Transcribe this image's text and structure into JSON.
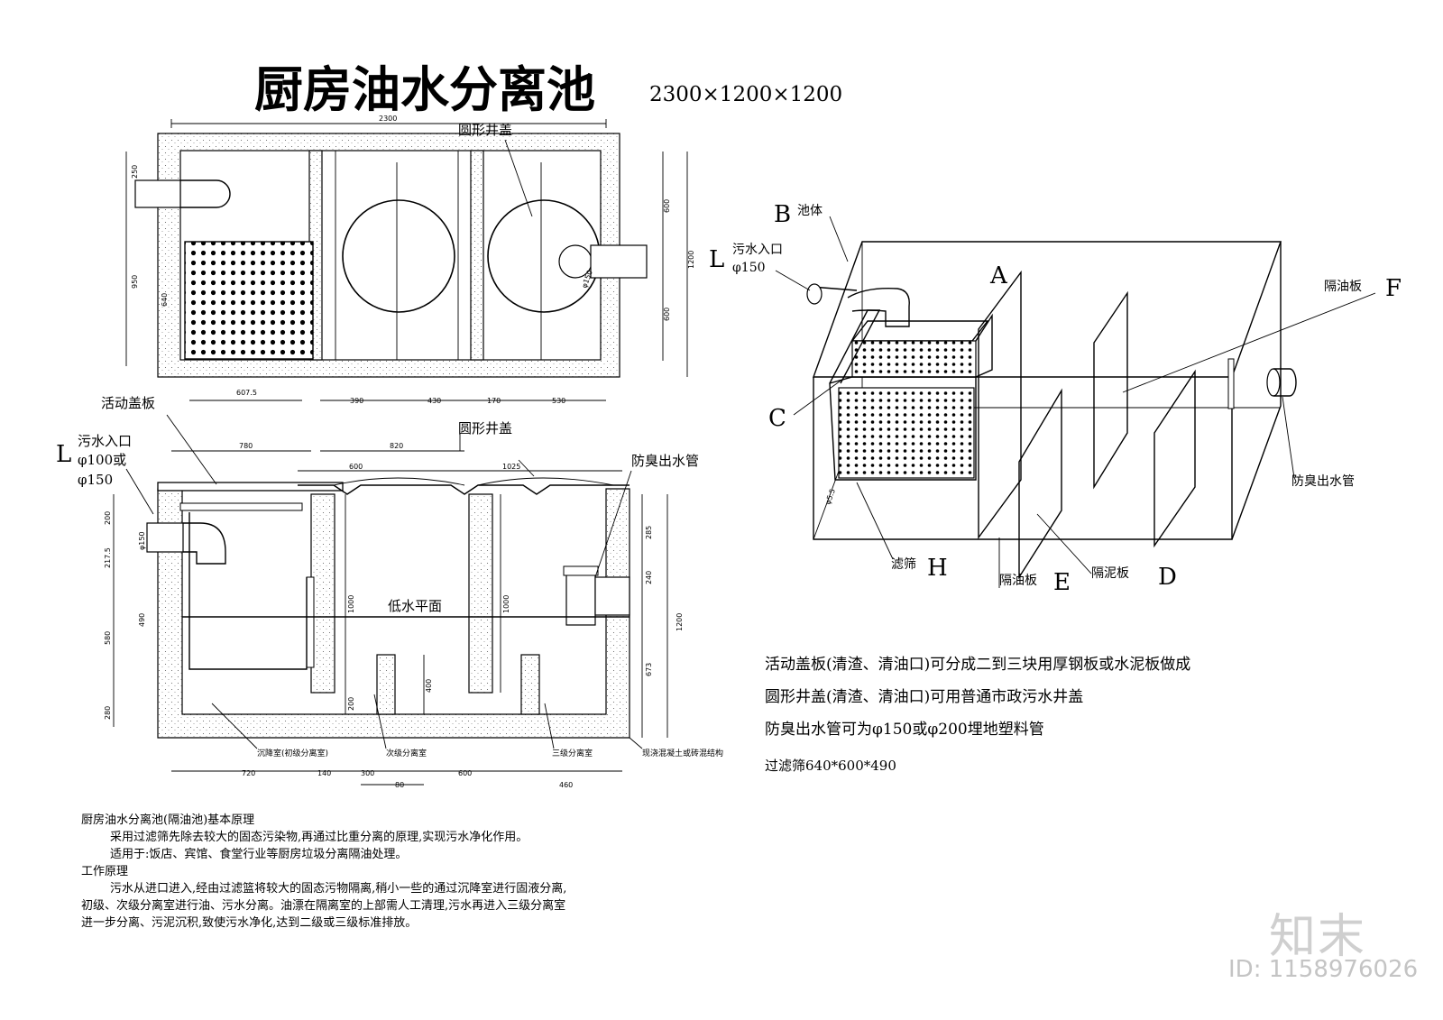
{
  "title": "厨房油水分离池",
  "title_size": "2300×1200×1200",
  "plan": {
    "dims": [
      "2300",
      "250",
      "950",
      "600",
      "600",
      "1200",
      "640",
      "607.5",
      "390",
      "430",
      "170",
      "530",
      "φ150"
    ],
    "manhole_label": "圆形井盖"
  },
  "section": {
    "lid_label": "活动盖板",
    "inlet_label_l": "L",
    "inlet_label_1": "污水入口",
    "inlet_label_2": "φ100或",
    "inlet_label_3": "φ150",
    "manhole_label": "圆形井盖",
    "outlet_label": "防臭出水管",
    "water_label": "低水平面",
    "top_dims": [
      "780",
      "820",
      "600",
      "1025"
    ],
    "left_dims": [
      "200",
      "φ150",
      "217.5",
      "490",
      "580",
      "280"
    ],
    "right_dims": [
      "285",
      "240",
      "673",
      "1200"
    ],
    "inner_dims": [
      "1000",
      "1000",
      "400",
      "200"
    ],
    "bottom_dims": [
      "720",
      "140",
      "300",
      "600",
      "80",
      "460"
    ],
    "chambers": [
      "沉降室(初级分离室)",
      "次级分离室",
      "三级分离室"
    ],
    "structure_label": "现浇混凝土或砖混结构"
  },
  "iso": {
    "B": "B",
    "B_text": "池体",
    "L": "L",
    "L_text1": "污水入口",
    "L_text2": "φ150",
    "A": "A",
    "F": "F",
    "F_text": "隔油板",
    "C": "C",
    "outlet_text": "防臭出水管",
    "H": "H",
    "H_text": "滤筛",
    "E": "E",
    "E_text": "隔油板",
    "D": "D",
    "D_text": "隔泥板",
    "phi_small": "φ5.5"
  },
  "specs": [
    "活动盖板(清渣、清油口)可分成二到三块用厚钢板或水泥板做成",
    "圆形井盖(清渣、清油口)可用普通市政污水井盖",
    "防臭出水管可为φ150或φ200埋地塑料管",
    "过滤筛640*600*490"
  ],
  "notes": {
    "heading1": "厨房油水分离池(隔油池)基本原理",
    "line1": "采用过滤筛先除去较大的固态污染物,再通过比重分离的原理,实现污水净化作用。",
    "line2": "适用于:饭店、宾馆、食堂行业等厨房垃圾分离隔油处理。",
    "heading2": "工作原理",
    "line3": "污水从进口进入,经由过滤篮将较大的固态污物隔离,稍小一些的通过沉降室进行固液分离,",
    "line4": "初级、次级分离室进行油、污水分离。油漂在隔离室的上部需人工清理,污水再进入三级分离室",
    "line5": "进一步分离、污泥沉积,致使污水净化,达到二级或三级标准排放。"
  },
  "watermark": {
    "logo": "知末",
    "id": "ID: 1158976026"
  }
}
